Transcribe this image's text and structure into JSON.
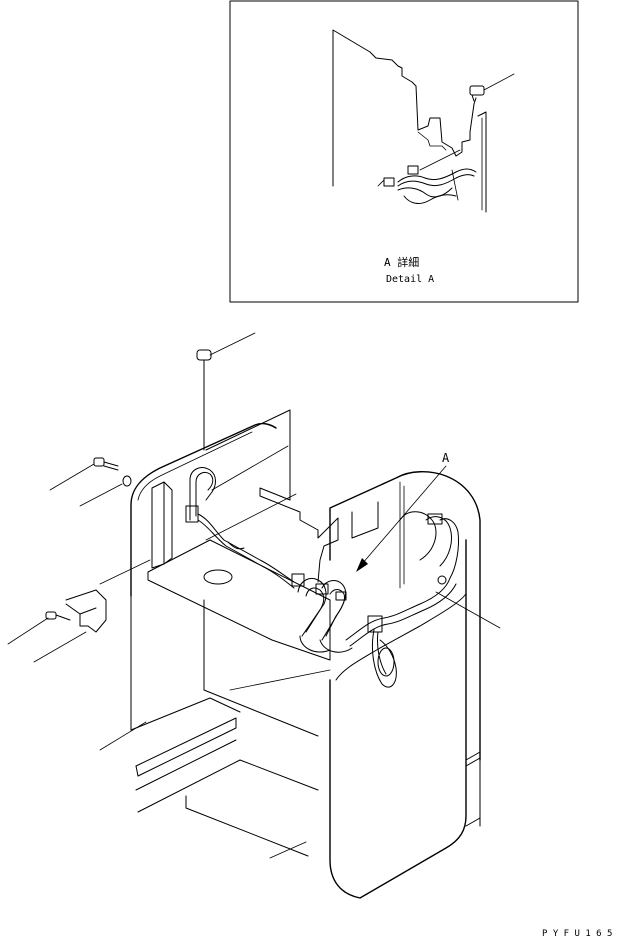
{
  "detail_box": {
    "caption_jp": "A 詳細",
    "caption_en": "Detail A"
  },
  "callout_label": "A",
  "drawing_code": "P Y F U 1 6 5"
}
